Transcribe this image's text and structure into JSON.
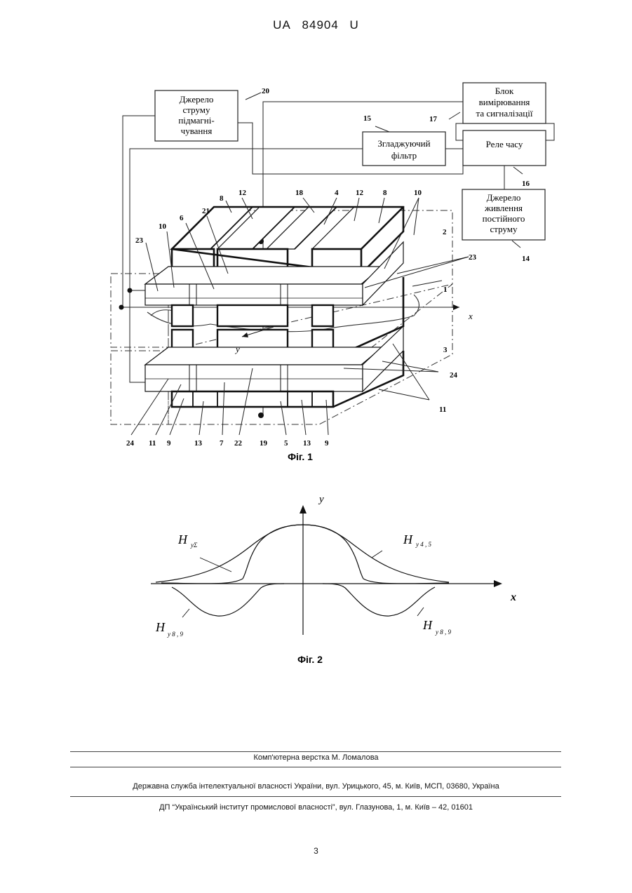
{
  "header": {
    "left": "UA",
    "number": "84904",
    "suffix": "U"
  },
  "fig1": {
    "caption": "Фіг. 1",
    "blocks": {
      "current_source": [
        "Джерело",
        "струму",
        "підмагні-",
        "чування"
      ],
      "measure_block": [
        "Блок",
        "вимірювання",
        "та сигналізації"
      ],
      "filter": [
        "Згладжуючий",
        "фільтр"
      ],
      "relay": [
        "Реле часу"
      ],
      "dc_source": [
        "Джерело",
        "живлення",
        "постійного",
        "струму"
      ]
    },
    "axis_x": "x",
    "axis_y": "y",
    "labels": {
      "n20": "20",
      "n15": "15",
      "n17": "17",
      "n16": "16",
      "n14": "14",
      "n8a": "8",
      "n12a": "12",
      "n18": "18",
      "n4": "4",
      "n12b": "12",
      "n8b": "8",
      "n10a": "10",
      "n21": "21",
      "n6": "6",
      "n10b": "10",
      "n23a": "23",
      "n2": "2",
      "n23b": "23",
      "n1": "1",
      "n3": "3",
      "n24a": "24",
      "n11a": "11",
      "b24": "24",
      "b11": "11",
      "b9a": "9",
      "b13a": "13",
      "b7": "7",
      "b22": "22",
      "b19": "19",
      "b5": "5",
      "b13b": "13",
      "b9b": "9"
    }
  },
  "fig2": {
    "caption": "Фіг. 2",
    "axis_x": "x",
    "axis_y": "y",
    "h_sum": "H",
    "h_sum_sub": "yΣ",
    "h45": "H",
    "h45_sub": "y 4 , 5",
    "h89_left": "H",
    "h89_left_sub": "y 8 , 9",
    "h89_right": "H",
    "h89_right_sub": "y 8 , 9"
  },
  "footer": {
    "layout": "Комп'ютерна верстка М. Ломалова",
    "agency": "Державна служба інтелектуальної власності України, вул. Урицького, 45, м. Київ, МСП, 03680, Україна",
    "institute": "ДП “Український інститут промислової власності”, вул. Глазунова, 1, м. Київ – 42, 01601",
    "page": "3"
  }
}
